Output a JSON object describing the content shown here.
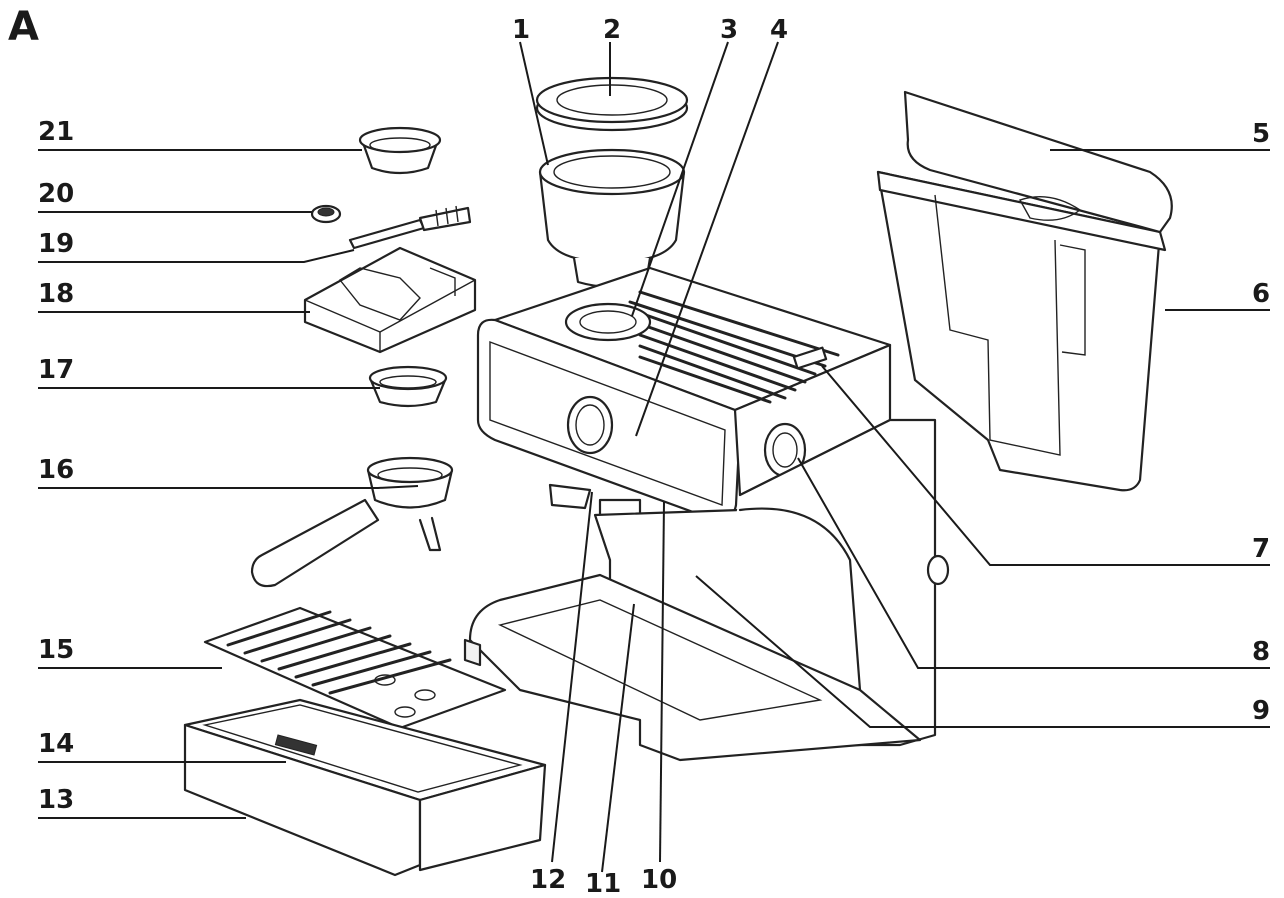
{
  "figure": {
    "label": "A"
  },
  "callouts": [
    {
      "id": 1,
      "label": "1"
    },
    {
      "id": 2,
      "label": "2"
    },
    {
      "id": 3,
      "label": "3"
    },
    {
      "id": 4,
      "label": "4"
    },
    {
      "id": 5,
      "label": "5"
    },
    {
      "id": 6,
      "label": "6"
    },
    {
      "id": 7,
      "label": "7"
    },
    {
      "id": 8,
      "label": "8"
    },
    {
      "id": 9,
      "label": "9"
    },
    {
      "id": 10,
      "label": "10"
    },
    {
      "id": 11,
      "label": "11"
    },
    {
      "id": 12,
      "label": "12"
    },
    {
      "id": 13,
      "label": "13"
    },
    {
      "id": 14,
      "label": "14"
    },
    {
      "id": 15,
      "label": "15"
    },
    {
      "id": 16,
      "label": "16"
    },
    {
      "id": 17,
      "label": "17"
    },
    {
      "id": 18,
      "label": "18"
    },
    {
      "id": 19,
      "label": "19"
    },
    {
      "id": 20,
      "label": "20"
    },
    {
      "id": 21,
      "label": "21"
    }
  ],
  "colors": {
    "line": "#1a1a1a",
    "background": "#ffffff"
  }
}
